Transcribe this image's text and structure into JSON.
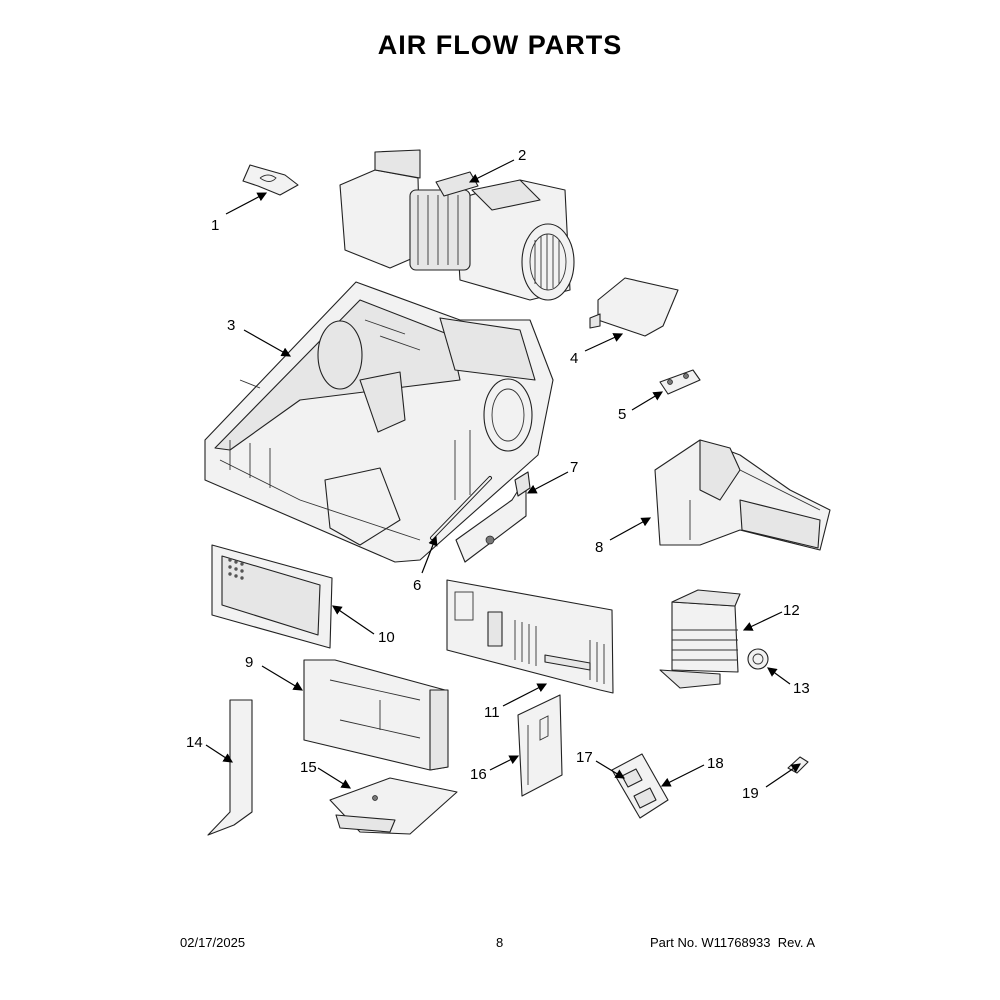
{
  "title": "AIR FLOW PARTS",
  "callouts": [
    "1",
    "2",
    "3",
    "4",
    "5",
    "6",
    "7",
    "8",
    "9",
    "10",
    "11",
    "12",
    "13",
    "14",
    "15",
    "16",
    "17",
    "18",
    "19"
  ],
  "footer": {
    "date": "02/17/2025",
    "page": "8",
    "part_label": "Part No.",
    "part_number": "W11768933",
    "rev_label": "Rev.",
    "rev": "A"
  }
}
